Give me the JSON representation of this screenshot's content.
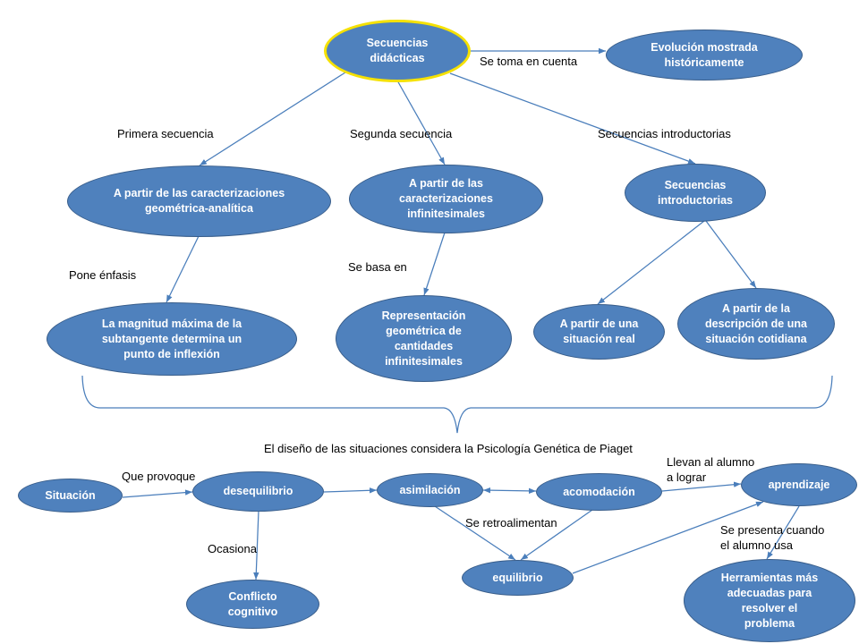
{
  "colors": {
    "background": "#FFFFFF",
    "node_fill": "#4F81BD",
    "node_border": "#385D8A",
    "highlight_border": "#F5E100",
    "node_text": "#FFFFFF",
    "label_text": "#000000",
    "connector": "#4A7EBB"
  },
  "nodes": {
    "secuencias_didacticas": {
      "lines": [
        "Secuencias",
        "didácticas"
      ]
    },
    "evolucion_historica": {
      "lines": [
        "Evolución mostrada",
        "históricamente"
      ]
    },
    "caracterizaciones_geometrica_analitica": {
      "lines": [
        "A partir de las caracterizaciones",
        "geométrica-analítica"
      ]
    },
    "caracterizaciones_infinitesimales": {
      "lines": [
        "A partir de las",
        "caracterizaciones",
        "infinitesimales"
      ]
    },
    "secuencias_introductorias": {
      "lines": [
        "Secuencias",
        "introductorias"
      ]
    },
    "magnitud_maxima_subtangente": {
      "lines": [
        "La magnitud máxima de la",
        "subtangente determina un",
        "punto de inflexión"
      ]
    },
    "representacion_geometrica": {
      "lines": [
        "Representación",
        "geométrica de",
        "cantidades",
        "infinitesimales"
      ]
    },
    "situacion_real": {
      "lines": [
        "A partir de una",
        "situación real"
      ]
    },
    "situacion_cotidiana": {
      "lines": [
        "A partir de la",
        "descripción de una",
        "situación cotidiana"
      ]
    },
    "situacion": {
      "lines": [
        "Situación"
      ]
    },
    "desequilibrio": {
      "lines": [
        "desequilibrio"
      ]
    },
    "asimilacion": {
      "lines": [
        "asimilación"
      ]
    },
    "acomodacion": {
      "lines": [
        "acomodación"
      ]
    },
    "aprendizaje": {
      "lines": [
        "aprendizaje"
      ]
    },
    "equilibrio": {
      "lines": [
        "equilibrio"
      ]
    },
    "conflicto_cognitivo": {
      "lines": [
        "Conflicto",
        "cognitivo"
      ]
    },
    "herramientas": {
      "lines": [
        "Herramientas más",
        "adecuadas para",
        "resolver el",
        "problema"
      ]
    }
  },
  "link_labels": {
    "se_toma_en_cuenta": [
      "Se toma en cuenta"
    ],
    "primera_secuencia": [
      "Primera secuencia"
    ],
    "segunda_secuencia": [
      "Segunda secuencia"
    ],
    "secuencias_introductorias": [
      "Secuencias introductorias"
    ],
    "pone_enfasis": [
      "Pone énfasis"
    ],
    "se_basa_en": [
      "Se basa en"
    ],
    "diseno_piaget": [
      "El diseño de las situaciones considera la Psicología Genética de Piaget"
    ],
    "que_provoque": [
      "Que provoque"
    ],
    "llevan_al_alumno": [
      "Llevan al alumno",
      "a lograr"
    ],
    "se_retroalimentan": [
      "Se retroalimentan"
    ],
    "ocasiona": [
      "Ocasiona"
    ],
    "se_presenta_cuando": [
      "Se presenta cuando",
      "el alumno usa"
    ]
  }
}
